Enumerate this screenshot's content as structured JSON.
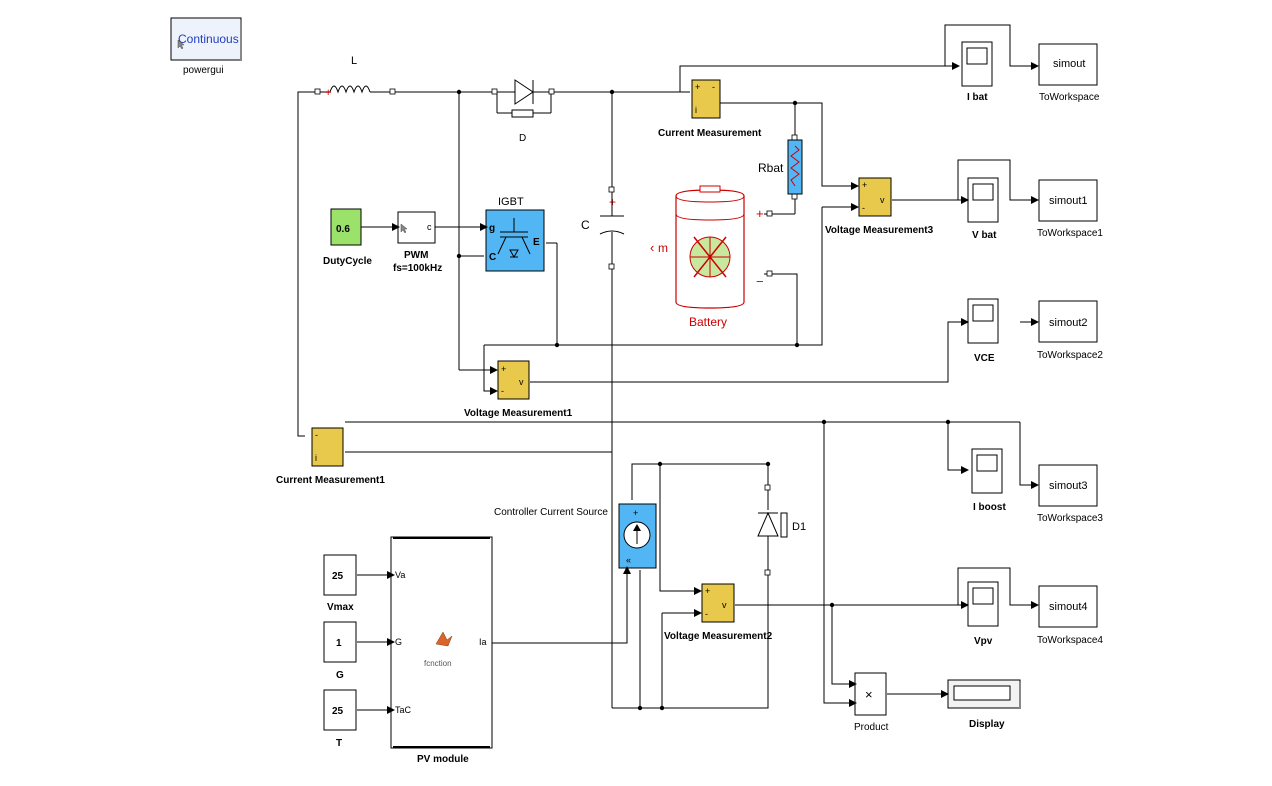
{
  "powergui": {
    "mode": "Continuous",
    "label": "powergui"
  },
  "inductor": {
    "label": "L"
  },
  "diode_top": {
    "label": "D"
  },
  "capacitor": {
    "label": "C"
  },
  "igbt": {
    "title": "IGBT",
    "port_g": "g",
    "port_c": "C",
    "port_e": "E"
  },
  "duty_cycle": {
    "value": "0.6",
    "label": "DutyCycle"
  },
  "pwm": {
    "label": "PWM",
    "sublabel": "fs=100kHz",
    "port_out": "c"
  },
  "battery": {
    "label": "Battery",
    "port_m": "m",
    "plus": "+",
    "minus": "−"
  },
  "rbat": {
    "label": "Rbat"
  },
  "current_measurement": {
    "label": "Current Measurement",
    "port_i": "i"
  },
  "voltage_measurement3": {
    "label": "Voltage Measurement3",
    "port_v": "v"
  },
  "voltage_measurement1": {
    "label": "Voltage Measurement1",
    "port_v": "v"
  },
  "current_measurement1": {
    "label": "Current Measurement1",
    "port_i": "i"
  },
  "voltage_measurement2": {
    "label": "Voltage Measurement2",
    "port_v": "v"
  },
  "controlled_source": {
    "label": "Controller Current Source"
  },
  "diode_d1": {
    "label": "D1"
  },
  "pv_module": {
    "label": "PV module",
    "port_va": "Va",
    "port_g": "G",
    "port_tac": "TaC",
    "port_ia": "Ia",
    "icon_text": "fcnction"
  },
  "constants": {
    "vmax": {
      "value": "25",
      "label": "Vmax"
    },
    "g": {
      "value": "1",
      "label": "G"
    },
    "t": {
      "value": "25",
      "label": "T"
    }
  },
  "scopes": {
    "ibat": "I bat",
    "vbat": "V bat",
    "vce": "VCE",
    "iboost": "I boost",
    "vpv": "Vpv"
  },
  "to_workspace": [
    {
      "var": "simout",
      "label": "ToWorkspace"
    },
    {
      "var": "simout1",
      "label": "ToWorkspace1"
    },
    {
      "var": "simout2",
      "label": "ToWorkspace2"
    },
    {
      "var": "simout3",
      "label": "ToWorkspace3"
    },
    {
      "var": "simout4",
      "label": "ToWorkspace4"
    }
  ],
  "product": {
    "label": "Product",
    "symbol": "×"
  },
  "display": {
    "label": "Display"
  },
  "colors": {
    "measurement": "#e8c94b",
    "igbt": "#52b6f5",
    "constant_green": "#9be26b",
    "battery": "#cc0000"
  }
}
